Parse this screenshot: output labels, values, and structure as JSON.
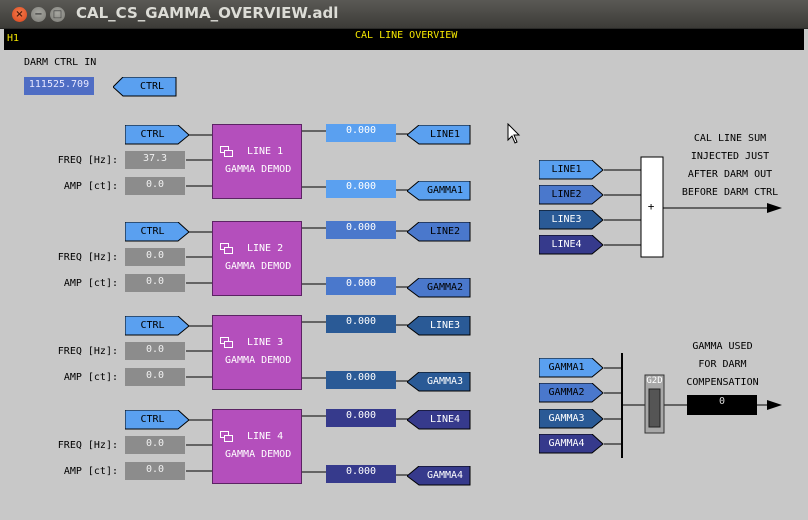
{
  "window": {
    "title": "CAL_CS_GAMMA_OVERVIEW.adl",
    "close": "×",
    "minimize": "−",
    "maximize": "□"
  },
  "header": {
    "site": "H1",
    "title": "CAL LINE OVERVIEW"
  },
  "darm_ctrl": {
    "label": "DARM CTRL IN",
    "value": "111525.709",
    "pointer_label": "CTRL"
  },
  "lines": [
    {
      "ctrl": "CTRL",
      "freq_label": "FREQ [Hz]:",
      "freq": "37.3",
      "amp_label": "AMP [ct]:",
      "amp": "0.0",
      "title": "LINE 1",
      "subtitle": "GAMMA DEMOD",
      "line_value": "0.000",
      "line_label": "LINE1",
      "gamma_value": "0.000",
      "gamma_label": "GAMMA1",
      "color": "#5aa0f0"
    },
    {
      "ctrl": "CTRL",
      "freq_label": "FREQ [Hz]:",
      "freq": "0.0",
      "amp_label": "AMP [ct]:",
      "amp": "0.0",
      "title": "LINE 2",
      "subtitle": "GAMMA DEMOD",
      "line_value": "0.000",
      "line_label": "LINE2",
      "gamma_value": "0.000",
      "gamma_label": "GAMMA2",
      "color": "#4a78cc"
    },
    {
      "ctrl": "CTRL",
      "freq_label": "FREQ [Hz]:",
      "freq": "0.0",
      "amp_label": "AMP [ct]:",
      "amp": "0.0",
      "title": "LINE 3",
      "subtitle": "GAMMA DEMOD",
      "line_value": "0.000",
      "line_label": "LINE3",
      "gamma_value": "0.000",
      "gamma_label": "GAMMA3",
      "color": "#2a5a96"
    },
    {
      "ctrl": "CTRL",
      "freq_label": "FREQ [Hz]:",
      "freq": "0.0",
      "amp_label": "AMP [ct]:",
      "amp": "0.0",
      "title": "LINE 4",
      "subtitle": "GAMMA DEMOD",
      "line_value": "0.000",
      "line_label": "LINE4",
      "gamma_value": "0.000",
      "gamma_label": "GAMMA4",
      "color": "#363a8c"
    }
  ],
  "sum": {
    "inputs": [
      "LINE1",
      "LINE2",
      "LINE3",
      "LINE4"
    ],
    "operator": "+",
    "note": [
      "CAL LINE SUM",
      "INJECTED JUST",
      "AFTER DARM OUT",
      "BEFORE DARM CTRL"
    ]
  },
  "gamma_select": {
    "inputs": [
      "GAMMA1",
      "GAMMA2",
      "GAMMA3",
      "GAMMA4"
    ],
    "switch_label": "G2D",
    "note": [
      "GAMMA USED",
      "FOR DARM",
      "COMPENSATION"
    ],
    "value": "0"
  },
  "colors": {
    "ctrl_pointer": "#5aa0f0",
    "demod_block": "#b44fbc",
    "darm_readback": "#4f6dc4",
    "header_text": "#f4e600"
  }
}
